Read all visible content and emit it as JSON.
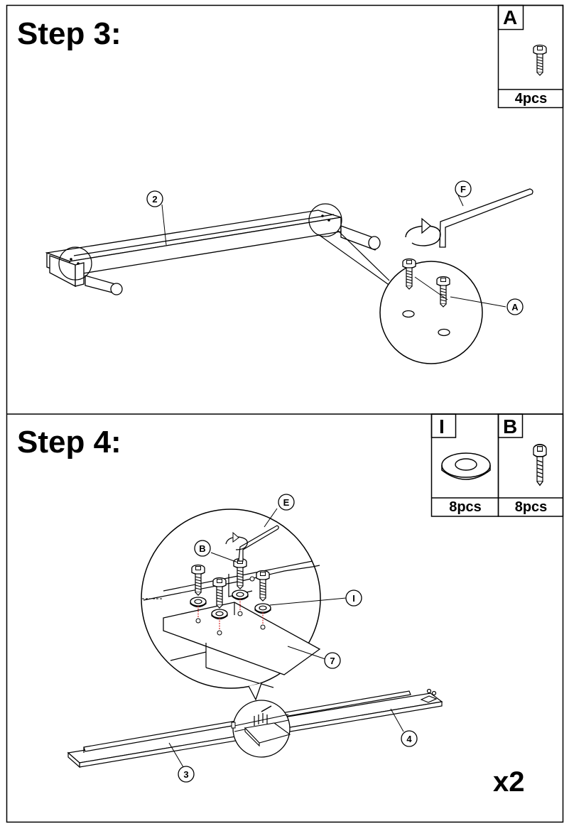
{
  "step3": {
    "title": "Step 3:",
    "part_box": {
      "letter": "A",
      "qty": "4pcs",
      "icon": "screw-icon"
    },
    "callouts": {
      "rail": "2",
      "wrench": "F",
      "screw": "A"
    }
  },
  "step4": {
    "title": "Step 4:",
    "part_box_i": {
      "letter": "I",
      "qty": "8pcs",
      "icon": "washer-icon"
    },
    "part_box_b": {
      "letter": "B",
      "qty": "8pcs",
      "icon": "screw-icon"
    },
    "callouts": {
      "wrench": "E",
      "screw": "B",
      "washer": "I",
      "bracket": "7",
      "rail_left": "3",
      "rail_right": "4"
    },
    "multiplier": "x2"
  },
  "colors": {
    "line": "#000000",
    "guide": "#cc0000",
    "background": "#ffffff"
  }
}
